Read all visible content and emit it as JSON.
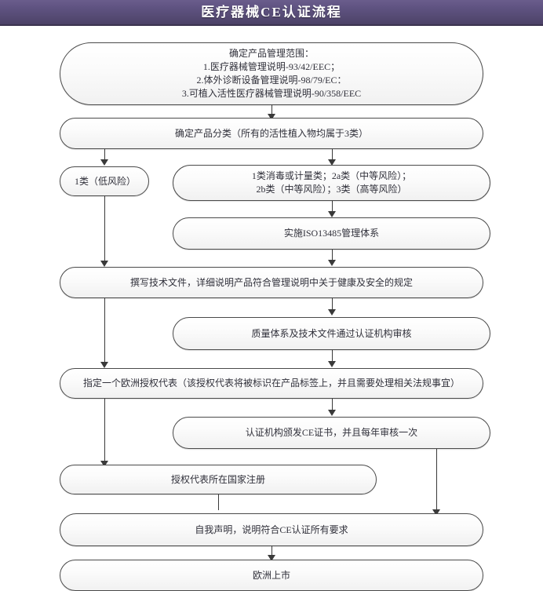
{
  "header": {
    "title": "医疗器械CE认证流程",
    "bar_color_top": "#6a5d8c",
    "bar_color_bottom": "#4c4166",
    "text_color": "#ffffff"
  },
  "chart_data": {
    "type": "diagram",
    "title": "医疗器械CE认证流程",
    "orientation": "top-to-bottom",
    "node_shape": "rounded-pill",
    "node_fill": "#f5f5f5",
    "node_border": "#4a4a4a",
    "connector_color": "#3a3a3a",
    "nodes": [
      {
        "id": "scope",
        "lines": [
          "确定产品管理范围：",
          "1.医疗器械管理说明-93/42/EEC；",
          "2.体外诊断设备管理说明-98/79/EC：",
          "3.可植入活性医疗器械管理说明-90/358/EEC"
        ]
      },
      {
        "id": "classify",
        "lines": [
          "确定产品分类（所有的活性植入物均属于3类）"
        ]
      },
      {
        "id": "class1",
        "lines": [
          "1类（低风险）"
        ]
      },
      {
        "id": "class-others",
        "lines": [
          "1类消毒或计量类；2a类（中等风险）；",
          "2b类（中等风险）；3类（高等风险）"
        ]
      },
      {
        "id": "iso13485",
        "lines": [
          "实施ISO13485管理体系"
        ]
      },
      {
        "id": "techfile",
        "lines": [
          "撰写技术文件，详细说明产品符合管理说明中关于健康及安全的规定"
        ]
      },
      {
        "id": "audit",
        "lines": [
          "质量体系及技术文件通过认证机构审核"
        ]
      },
      {
        "id": "eu-rep",
        "lines": [
          "指定一个欧洲授权代表（该授权代表将被标识在产品标签上，并且需要处理相关法规事宜）"
        ]
      },
      {
        "id": "ce-cert",
        "lines": [
          "认证机构颁发CE证书，并且每年审核一次"
        ]
      },
      {
        "id": "register",
        "lines": [
          "授权代表所在国家注册"
        ]
      },
      {
        "id": "declaration",
        "lines": [
          "自我声明，说明符合CE认证所有要求"
        ]
      },
      {
        "id": "market",
        "lines": [
          "欧洲上市"
        ]
      }
    ],
    "edges": [
      {
        "from": "scope",
        "to": "classify"
      },
      {
        "from": "classify",
        "to": "class1"
      },
      {
        "from": "classify",
        "to": "class-others"
      },
      {
        "from": "class1",
        "to": "techfile"
      },
      {
        "from": "class-others",
        "to": "iso13485"
      },
      {
        "from": "iso13485",
        "to": "techfile"
      },
      {
        "from": "techfile",
        "to": "eu-rep"
      },
      {
        "from": "techfile",
        "to": "audit"
      },
      {
        "from": "audit",
        "to": "eu-rep"
      },
      {
        "from": "eu-rep",
        "to": "register"
      },
      {
        "from": "eu-rep",
        "to": "ce-cert"
      },
      {
        "from": "ce-cert",
        "to": "declaration"
      },
      {
        "from": "register",
        "to": "declaration"
      },
      {
        "from": "declaration",
        "to": "market"
      }
    ]
  }
}
